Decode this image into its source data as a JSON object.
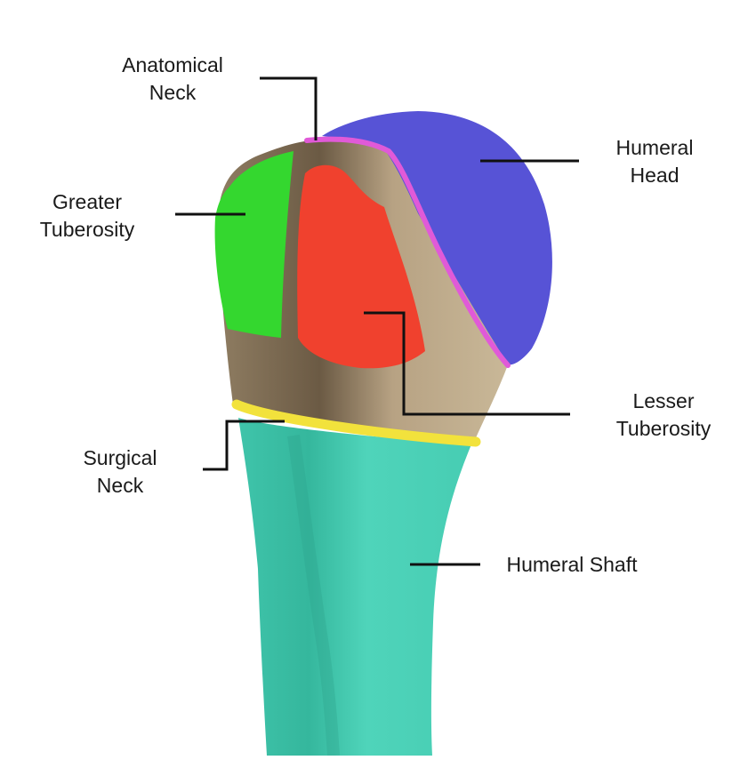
{
  "labels": {
    "anatomical_neck": [
      "Anatomical",
      "Neck"
    ],
    "humeral_head": [
      "Humeral",
      "Head"
    ],
    "greater_tuberosity": [
      "Greater",
      "Tuberosity"
    ],
    "lesser_tuberosity": [
      "Lesser",
      "Tuberosity"
    ],
    "surgical_neck": [
      "Surgical",
      "Neck"
    ],
    "humeral_shaft": "Humeral Shaft"
  },
  "colors": {
    "humeral_head": "#5753d6",
    "anatomical_neck": "#e05ad8",
    "greater_tuberosity": "#34d72f",
    "lesser_tuberosity": "#f0412e",
    "surgical_neck": "#f2e23c",
    "humeral_shaft": "#46d3b8",
    "bone": "#b8a78a",
    "leader_line": "#111111"
  }
}
